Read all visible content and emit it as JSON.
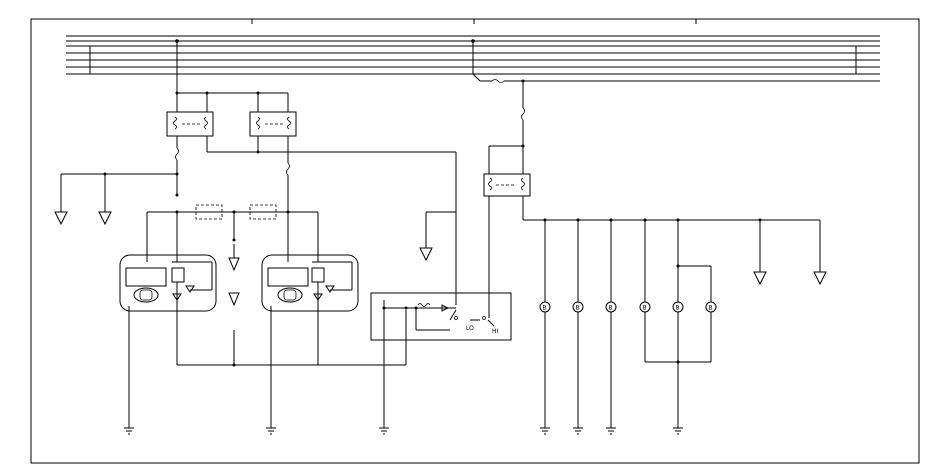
{
  "diagram": {
    "bulb_label": "B",
    "switch_label_a": "HI",
    "switch_label_b": "LO"
  }
}
